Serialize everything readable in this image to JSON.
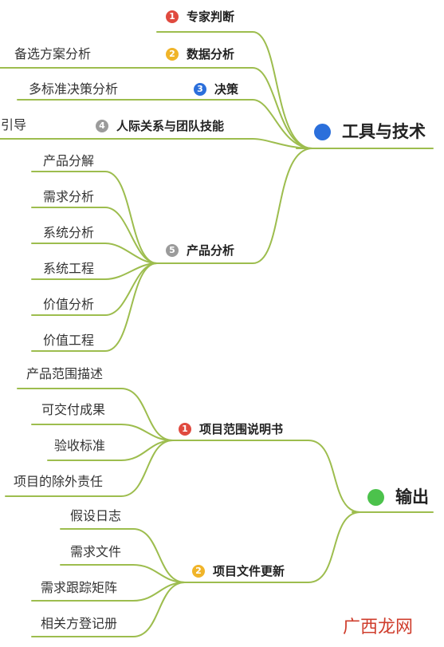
{
  "tools": {
    "label": "工具与技术",
    "color": "#2b6fdb",
    "expert": {
      "num": "1",
      "label": "专家判断",
      "color": "#e04a3f"
    },
    "data_analysis": {
      "num": "2",
      "label": "数据分析",
      "color": "#f0b429",
      "items": [
        "备选方案分析"
      ]
    },
    "decision": {
      "num": "3",
      "label": "决策",
      "color": "#2b6fdb",
      "items": [
        "多标准决策分析"
      ]
    },
    "interpersonal": {
      "num": "4",
      "label": "人际关系与团队技能",
      "color": "#9b9b9b",
      "items": [
        "引导"
      ]
    },
    "product_analysis": {
      "num": "5",
      "label": "产品分析",
      "color": "#9b9b9b",
      "items": [
        "产品分解",
        "需求分析",
        "系统分析",
        "系统工程",
        "价值分析",
        "价值工程"
      ]
    }
  },
  "outputs": {
    "label": "输出",
    "color": "#4cc24c",
    "scope_statement": {
      "num": "1",
      "label": "项目范围说明书",
      "color": "#e04a3f",
      "items": [
        "产品范围描述",
        "可交付成果",
        "验收标准",
        "项目的除外责任"
      ]
    },
    "doc_updates": {
      "num": "2",
      "label": "项目文件更新",
      "color": "#f0b429",
      "items": [
        "假设日志",
        "需求文件",
        "需求跟踪矩阵",
        "相关方登记册"
      ]
    }
  },
  "watermark": "广西龙网"
}
